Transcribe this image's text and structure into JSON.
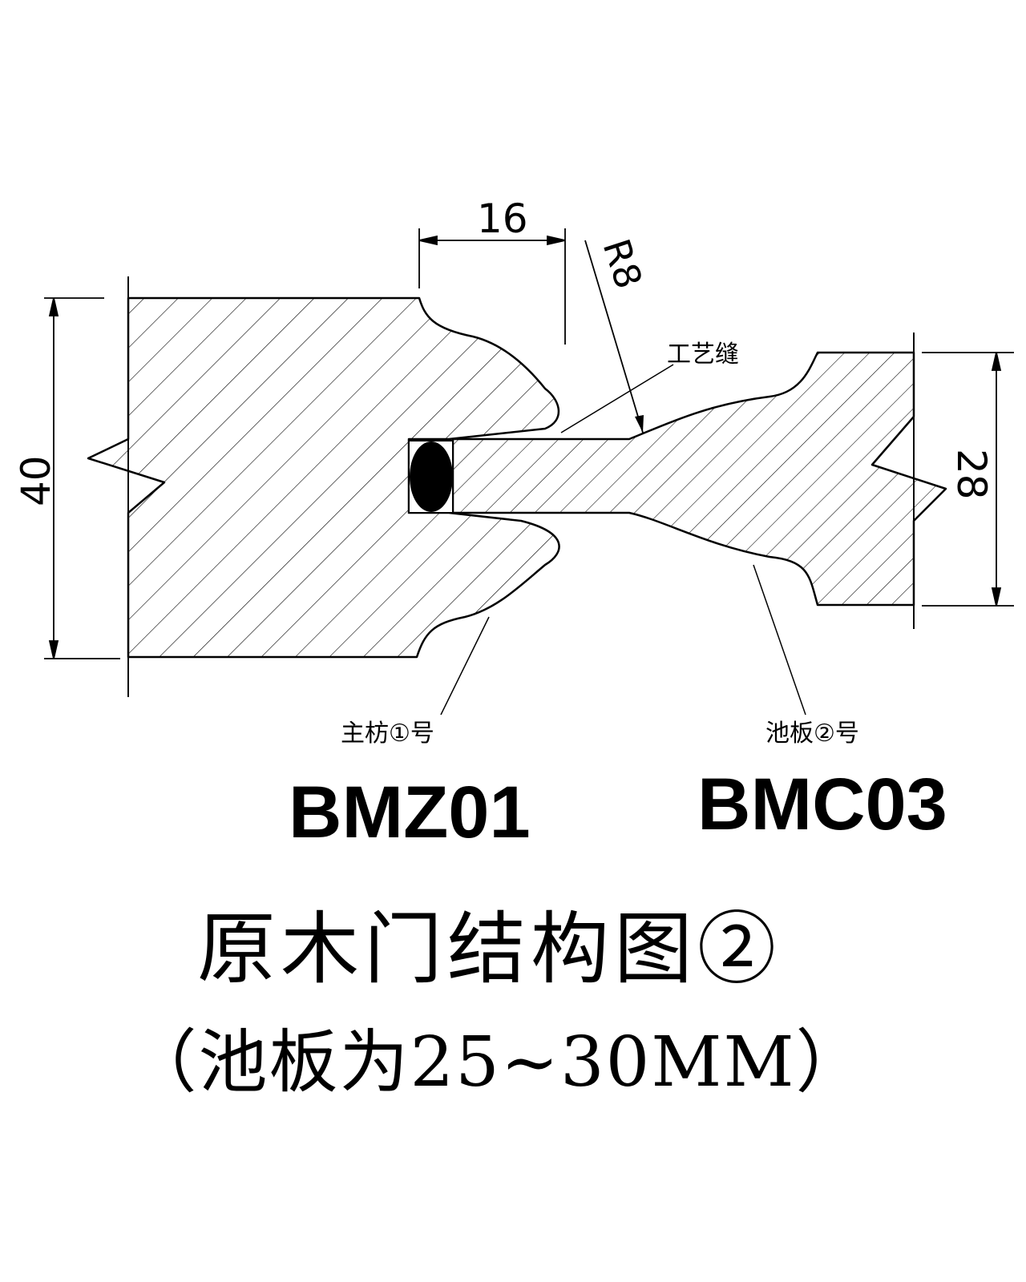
{
  "dimensions": {
    "top_width": "16",
    "left_height": "40",
    "right_height": "28",
    "radius": "R8"
  },
  "callouts": {
    "gap": "工艺缝",
    "rail": "主枋①号",
    "panel": "池板②号"
  },
  "parts": {
    "rail_code": "BMZ01",
    "panel_code": "BMC03"
  },
  "title": {
    "main": "原木门结构图②",
    "sub": "（池板为25~30MM）"
  },
  "colors": {
    "line": "#000000",
    "background": "#ffffff"
  }
}
